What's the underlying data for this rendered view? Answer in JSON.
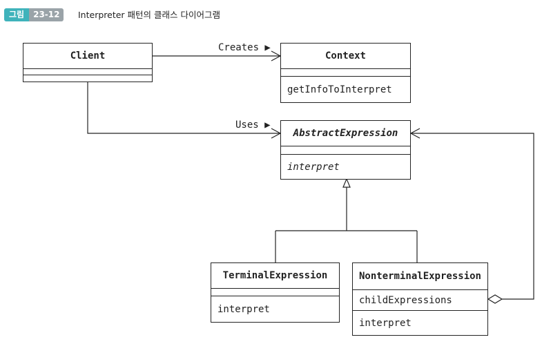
{
  "caption": {
    "badge_label": "그림",
    "badge_number": "23-12",
    "title": "Interpreter 패턴의 클래스 다이어그램"
  },
  "classes": {
    "client": {
      "name": "Client",
      "fields": "",
      "methods": ""
    },
    "context": {
      "name": "Context",
      "fields": "",
      "methods": "getInfoToInterpret"
    },
    "abstract_expression": {
      "name": "AbstractExpression",
      "fields": "",
      "methods": "interpret"
    },
    "terminal_expression": {
      "name": "TerminalExpression",
      "fields": "",
      "methods": "interpret"
    },
    "nonterminal_expression": {
      "name": "NonterminalExpression",
      "fields": "childExpressions",
      "methods": "interpret"
    }
  },
  "relations": {
    "creates_label": "Creates ▶",
    "uses_label": "Uses ▶"
  }
}
